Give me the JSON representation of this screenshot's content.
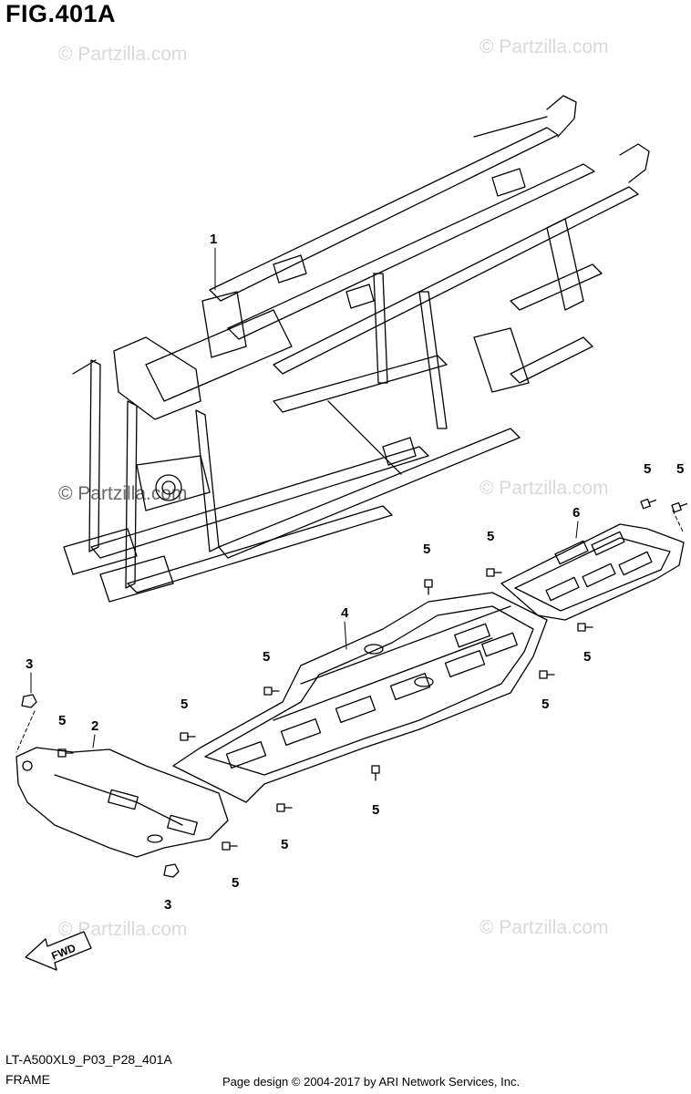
{
  "figure": {
    "title": "FIG.401A",
    "code": "LT-A500XL9_P03_P28_401A",
    "name": "FRAME",
    "credit": "Page design © 2004-2017 by ARI Network Services, Inc.",
    "watermark": "© Partzilla.com",
    "fwd_label": "FWD"
  },
  "callouts": [
    {
      "id": "c1",
      "label": "1"
    },
    {
      "id": "c2",
      "label": "2"
    },
    {
      "id": "c3a",
      "label": "3"
    },
    {
      "id": "c3b",
      "label": "3"
    },
    {
      "id": "c4",
      "label": "4"
    },
    {
      "id": "c6",
      "label": "6"
    },
    {
      "id": "c5a",
      "label": "5"
    },
    {
      "id": "c5b",
      "label": "5"
    },
    {
      "id": "c5c",
      "label": "5"
    },
    {
      "id": "c5d",
      "label": "5"
    },
    {
      "id": "c5e",
      "label": "5"
    },
    {
      "id": "c5f",
      "label": "5"
    },
    {
      "id": "c5g",
      "label": "5"
    },
    {
      "id": "c5h",
      "label": "5"
    },
    {
      "id": "c5i",
      "label": "5"
    },
    {
      "id": "c5j",
      "label": "5"
    },
    {
      "id": "c5k",
      "label": "5"
    },
    {
      "id": "c5l",
      "label": "5"
    }
  ]
}
